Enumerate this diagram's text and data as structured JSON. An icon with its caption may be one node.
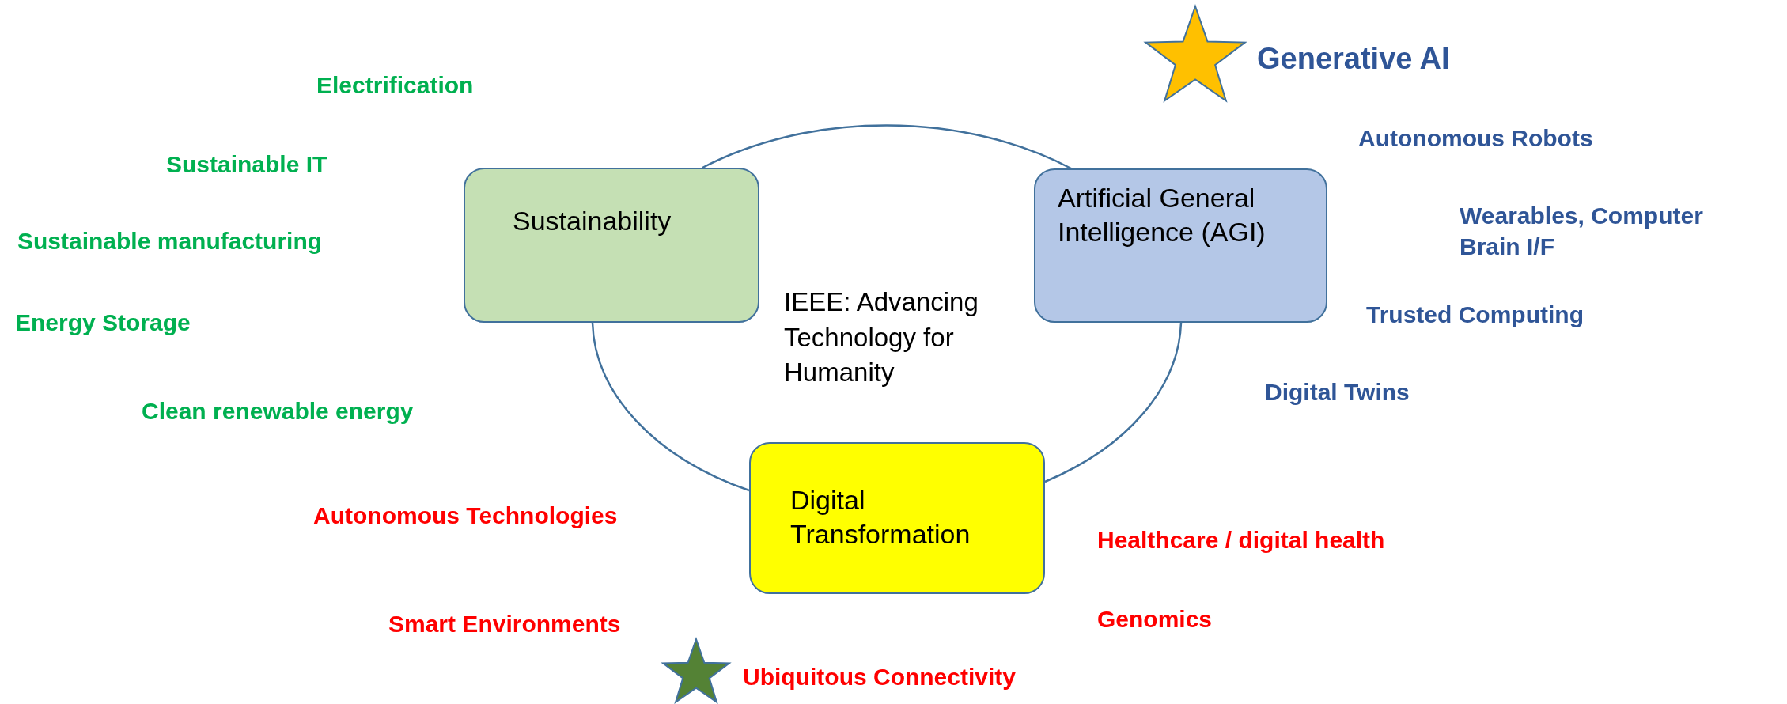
{
  "diagram": {
    "nodes": [
      {
        "text": [
          "Sustainability"
        ]
      },
      {
        "text": [
          "Artificial General Intelligence (AGI)"
        ]
      },
      {
        "text": [
          "Digital Transformation"
        ]
      }
    ],
    "edges": [
      {
        "from": 0,
        "to": 1,
        "arrow": "none"
      },
      {
        "from": 1,
        "to": 2,
        "arrow": "none"
      },
      {
        "from": 2,
        "to": 0,
        "arrow": "none"
      }
    ],
    "labels": [
      "Generative AI",
      "Electrification",
      "Autonomous Robots",
      "Sustainable IT",
      "Wearables, Computer Brain I/F",
      "Sustainable manufacturing",
      "Trusted Computing",
      "Energy Storage",
      "IEEE: Advancing Technology for Humanity",
      "Digital Twins",
      "Clean renewable energy",
      "Autonomous Technologies",
      "Healthcare / digital health",
      "Smart Environments",
      "Genomics",
      "Ubiquitous Connectivity"
    ]
  }
}
